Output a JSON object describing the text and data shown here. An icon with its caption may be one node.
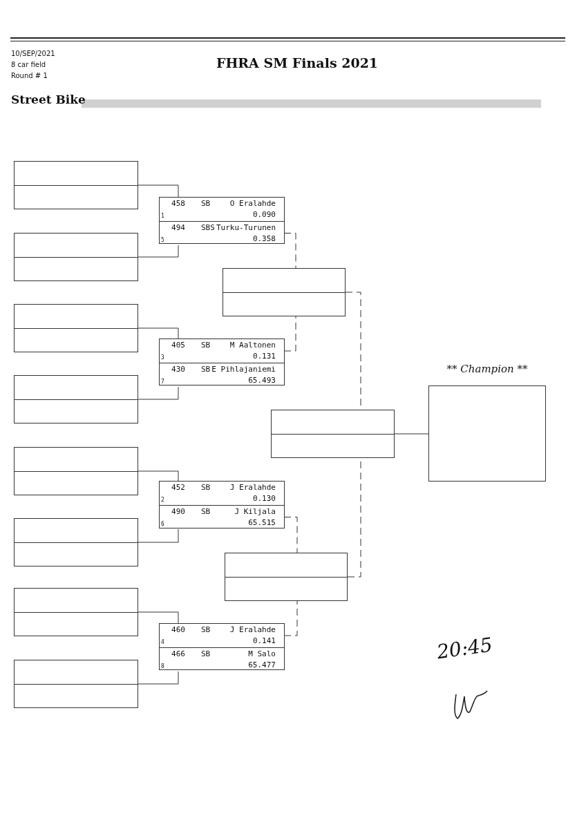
{
  "diagram": {
    "title": "FHRA SM Finals 2021",
    "nodes": [
      {
        "text": [],
        "shape": "box"
      },
      {
        "text": [],
        "shape": "box"
      },
      {
        "text": [],
        "shape": "box"
      },
      {
        "text": [],
        "shape": "box"
      },
      {
        "text": [],
        "shape": "box"
      },
      {
        "text": [],
        "shape": "box"
      },
      {
        "text": [],
        "shape": "box"
      },
      {
        "text": [],
        "shape": "box"
      },
      {
        "text": [],
        "shape": "box"
      },
      {
        "text": [
          "458",
          "SB",
          "O Eralahde",
          "1",
          "0.090"
        ],
        "in": 8
      },
      {
        "text": [
          "494",
          "SBS",
          "Turku-Turunen",
          "5",
          "0.358"
        ],
        "in": 8
      },
      {
        "text": [],
        "shape": "box"
      },
      {
        "text": [
          "405",
          "SB",
          "M Aaltonen",
          "3",
          "0.131"
        ],
        "in": 11
      },
      {
        "text": [
          "430",
          "SB",
          "E Pihlajaniemi",
          "7",
          "65.493"
        ],
        "in": 11
      },
      {
        "text": [],
        "shape": "box"
      },
      {
        "text": [
          "452",
          "SB",
          "J Eralahde",
          "2",
          "0.130"
        ],
        "in": 14
      },
      {
        "text": [
          "490",
          "SB",
          "J Kiljala",
          "6",
          "65.515"
        ],
        "in": 14
      },
      {
        "text": [],
        "shape": "box"
      },
      {
        "text": [
          "460",
          "SB",
          "J Eralahde",
          "4",
          "0.141"
        ],
        "in": 17
      },
      {
        "text": [
          "466",
          "SB",
          "M Salo",
          "8",
          "65.477"
        ],
        "in": 17
      },
      {
        "text": [],
        "shape": "box"
      },
      {
        "text": [],
        "shape": "box"
      },
      {
        "text": [],
        "shape": "box"
      },
      {
        "text": [
          "** Champion **"
        ]
      }
    ],
    "edges": [
      {
        "from": 0,
        "to": 9,
        "arrow": "none"
      },
      {
        "from": 1,
        "to": 10,
        "arrow": "none"
      },
      {
        "from": 2,
        "to": 12,
        "arrow": "none"
      },
      {
        "from": 3,
        "to": 13,
        "arrow": "none"
      },
      {
        "from": 4,
        "to": 15,
        "arrow": "none"
      },
      {
        "from": 5,
        "to": 16,
        "arrow": "none"
      },
      {
        "from": 6,
        "to": 18,
        "arrow": "none"
      },
      {
        "from": 7,
        "to": 19,
        "arrow": "none"
      },
      {
        "from": 10,
        "to": 20,
        "arrow": "none",
        "style": "dashed"
      },
      {
        "from": 12,
        "to": 20,
        "arrow": "none",
        "style": "dashed"
      },
      {
        "from": 16,
        "to": 21,
        "arrow": "none",
        "style": "dashed"
      },
      {
        "from": 18,
        "to": 21,
        "arrow": "none",
        "style": "dashed"
      },
      {
        "from": 20,
        "to": 22,
        "arrow": "none",
        "style": "dashed"
      },
      {
        "from": 21,
        "to": 22,
        "arrow": "none",
        "style": "dashed"
      },
      {
        "from": 22,
        "to": 23,
        "arrow": "none"
      }
    ],
    "labels": [
      "10/SEP/2021",
      "8 car field",
      "Round # 1",
      "Street Bike",
      "20:45"
    ]
  }
}
